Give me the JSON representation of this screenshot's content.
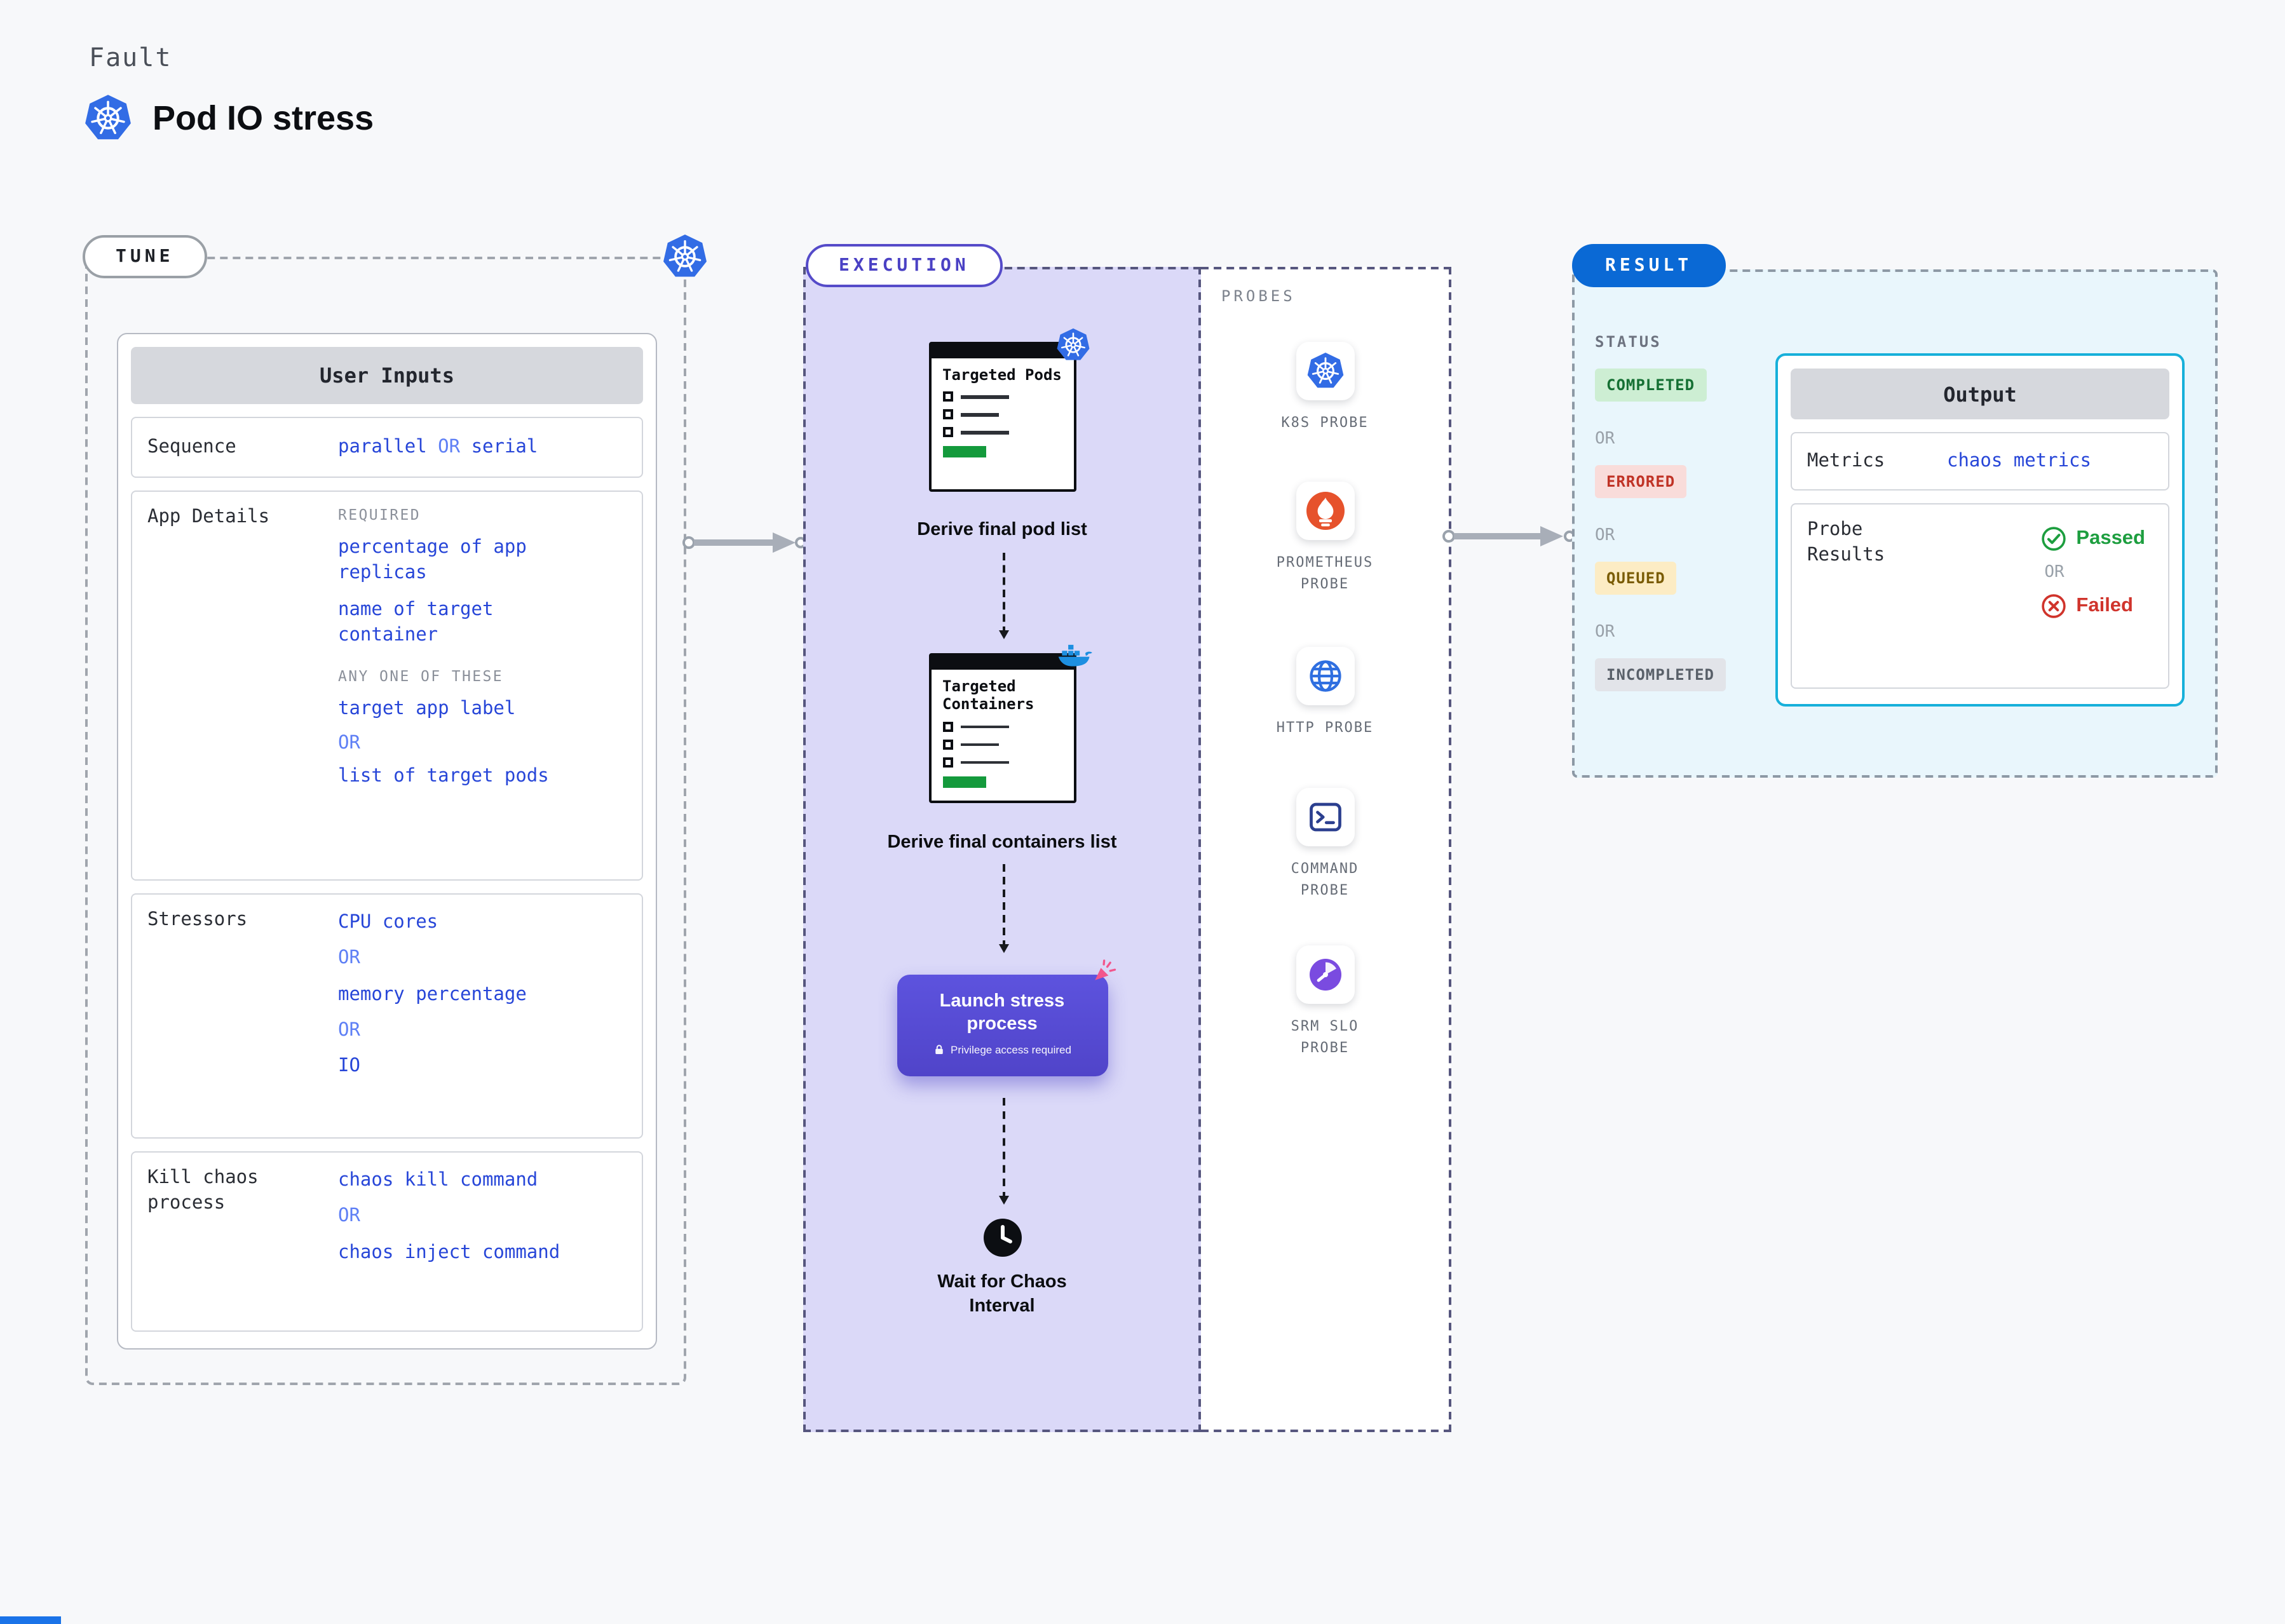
{
  "colors": {
    "kubernetes_blue": "#326ce5",
    "value_blue": "#2746d8",
    "or_blue": "#5e7ff5",
    "execution_purple": "#554bc9",
    "result_blue": "#0a69d5",
    "output_border_cyan": "#17b0da",
    "passed_green": "#1d9e3f",
    "failed_red": "#d0342c",
    "progress_green": "#149a3c",
    "launch_button": "#5449cf",
    "completed_badge": "#cdeed3",
    "errored_badge": "#f9dcda",
    "queued_badge": "#fcecc4",
    "incompleted_badge": "#e2e4e9"
  },
  "header": {
    "kind": "Fault",
    "title": "Pod IO stress"
  },
  "tune": {
    "pill": "TUNE",
    "card_title": "User Inputs",
    "sequence": {
      "label": "Sequence",
      "value_left": "parallel",
      "or": "OR",
      "value_right": "serial"
    },
    "app_details": {
      "label": "App Details",
      "required_caption": "REQUIRED",
      "required_items": [
        "percentage of app replicas",
        "name of target container"
      ],
      "any_caption": "ANY ONE OF THESE",
      "any_items": [
        "target app label",
        "list of target pods"
      ],
      "or": "OR"
    },
    "stressors": {
      "label": "Stressors",
      "items": [
        "CPU cores",
        "memory percentage",
        "IO"
      ],
      "or": "OR"
    },
    "kill": {
      "label": "Kill chaos process",
      "items": [
        "chaos kill command",
        "chaos inject command"
      ],
      "or": "OR"
    }
  },
  "execution": {
    "pill": "EXECUTION",
    "windows": [
      {
        "title": "Targeted Pods",
        "caption": "Derive final pod list",
        "badge_icon": "kubernetes-logo"
      },
      {
        "title": "Targeted Containers",
        "caption": "Derive final containers list",
        "badge_icon": "docker-logo"
      }
    ],
    "launch": {
      "label": "Launch stress process",
      "privilege": "Privilege access required"
    },
    "wait_caption": "Wait for Chaos Interval"
  },
  "probes": {
    "title": "PROBES",
    "items": [
      {
        "label": "K8S PROBE",
        "icon": "kubernetes-probe-icon"
      },
      {
        "label": "PROMETHEUS PROBE",
        "icon": "prometheus-probe-icon"
      },
      {
        "label": "HTTP PROBE",
        "icon": "http-probe-icon"
      },
      {
        "label": "COMMAND PROBE",
        "icon": "command-probe-icon"
      },
      {
        "label": "SRM SLO PROBE",
        "icon": "srm-slo-probe-icon"
      }
    ]
  },
  "result": {
    "pill": "RESULT",
    "status_title": "STATUS",
    "statuses": [
      "COMPLETED",
      "ERRORED",
      "QUEUED",
      "INCOMPLETED"
    ],
    "or": "OR",
    "output": {
      "title": "Output",
      "metrics_label": "Metrics",
      "metrics_value": "chaos metrics",
      "probe_results_label": "Probe Results",
      "passed": "Passed",
      "or": "OR",
      "failed": "Failed"
    }
  }
}
